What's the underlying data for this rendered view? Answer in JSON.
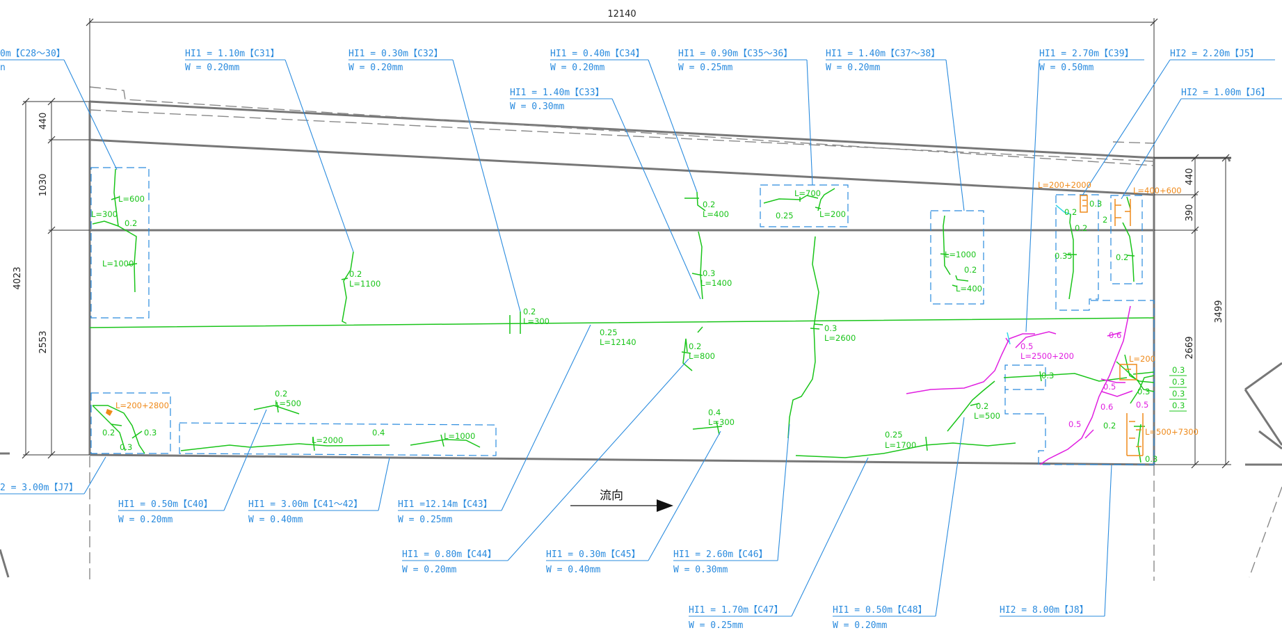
{
  "dimensions": {
    "overall_width": "12140",
    "left": [
      "440",
      "1030",
      "4023",
      "2553"
    ],
    "right": [
      "440",
      "390",
      "3499",
      "2669"
    ]
  },
  "flow_direction": "流向",
  "callouts": [
    {
      "id": "c28",
      "l1": "0m【C28～30】",
      "l2": "n"
    },
    {
      "id": "c31",
      "l1": "HI1 = 1.10m【C31】",
      "l2": "W = 0.20mm"
    },
    {
      "id": "c32",
      "l1": "HI1 = 0.30m【C32】",
      "l2": "W = 0.20mm"
    },
    {
      "id": "c33",
      "l1": "HI1 = 1.40m【C33】",
      "l2": "W = 0.30mm"
    },
    {
      "id": "c34",
      "l1": "HI1 = 0.40m【C34】",
      "l2": "W = 0.20mm"
    },
    {
      "id": "c35",
      "l1": "HI1 = 0.90m【C35～36】",
      "l2": "W = 0.25mm"
    },
    {
      "id": "c37",
      "l1": "HI1 = 1.40m【C37～38】",
      "l2": "W = 0.20mm"
    },
    {
      "id": "c39",
      "l1": "HI1 = 2.70m【C39】",
      "l2": "W = 0.50mm"
    },
    {
      "id": "j5",
      "l1": "HI2 = 2.20m【J5】",
      "l2": ""
    },
    {
      "id": "j6",
      "l1": "HI2 = 1.00m【J6】",
      "l2": ""
    },
    {
      "id": "j7",
      "l1": "2 = 3.00m【J7】",
      "l2": ""
    },
    {
      "id": "c40",
      "l1": "HI1 = 0.50m【C40】",
      "l2": "W = 0.20mm"
    },
    {
      "id": "c41",
      "l1": "HI1 = 3.00m【C41～42】",
      "l2": "W = 0.40mm"
    },
    {
      "id": "c43",
      "l1": "HI1 =12.14m【C43】",
      "l2": "W = 0.25mm"
    },
    {
      "id": "c44",
      "l1": "HI1 = 0.80m【C44】",
      "l2": "W = 0.20mm"
    },
    {
      "id": "c45",
      "l1": "HI1 = 0.30m【C45】",
      "l2": "W = 0.40mm"
    },
    {
      "id": "c46",
      "l1": "HI1 = 2.60m【C46】",
      "l2": "W = 0.30mm"
    },
    {
      "id": "c47",
      "l1": "HI1 = 1.70m【C47】",
      "l2": "W = 0.25mm"
    },
    {
      "id": "c48",
      "l1": "HI1 = 0.50m【C48】",
      "l2": "W = 0.20mm"
    },
    {
      "id": "j8",
      "l1": "HI2 = 8.00m【J8】",
      "l2": ""
    }
  ],
  "crack_labels": {
    "a1": "L=600",
    "a2": "L=300",
    "a3": "0.2",
    "a4": "L=1000",
    "b1": "0.2",
    "b2": "L=1100",
    "c1": "0.2",
    "c2": "L=300",
    "d1": "0.25",
    "d2": "L=12140",
    "e1": "0.2",
    "e2": "L=400",
    "e3": "0.3",
    "e4": "L=1400",
    "e5": "0.2",
    "e6": "L=800",
    "f1": "L=700",
    "f2": "0.25",
    "f3": "L=200",
    "g1": "0.3",
    "g2": "L=2600",
    "h1": "L=1000",
    "h2": "0.2",
    "h3": "L=400",
    "i1": "0.2",
    "i2": "L=500",
    "i3": "L=2000",
    "i4": "0.4",
    "i5": "L=1000",
    "i6": "0.2",
    "i7": "0.3",
    "i8": "0.3",
    "k1": "0.4",
    "k2": "L=300",
    "n1": "0.25",
    "n2": "L=1700",
    "p1": "0.3",
    "p2": "0.2",
    "p3": "L=500",
    "q1": "0.35",
    "q2": "0.2",
    "q3": "0.2",
    "q4": "0.2",
    "q5": "0.3",
    "q6": "2",
    "s1": "0.3",
    "s2": "0.3",
    "s3": "0.3",
    "s4": "0.3",
    "s5": "0.3",
    "s6": "0.2"
  },
  "magenta_labels": {
    "m1": "0.5",
    "m2": "L=2500+200",
    "m3": "0.6",
    "m4": "0.5",
    "m5": "0.6",
    "m6": "0.5",
    "m7": "0.5"
  },
  "orange_labels": {
    "o1": "L=200+2800",
    "o2": "L=200+2000",
    "o3": "L=400+600",
    "o4": "L=200",
    "o5": "L=500+7300"
  },
  "colors": {
    "crack": "#19c419",
    "callout": "#2a8bde",
    "joint": "#ef8a1a",
    "wide_crack": "#e01ee0",
    "structure": "#777777"
  }
}
